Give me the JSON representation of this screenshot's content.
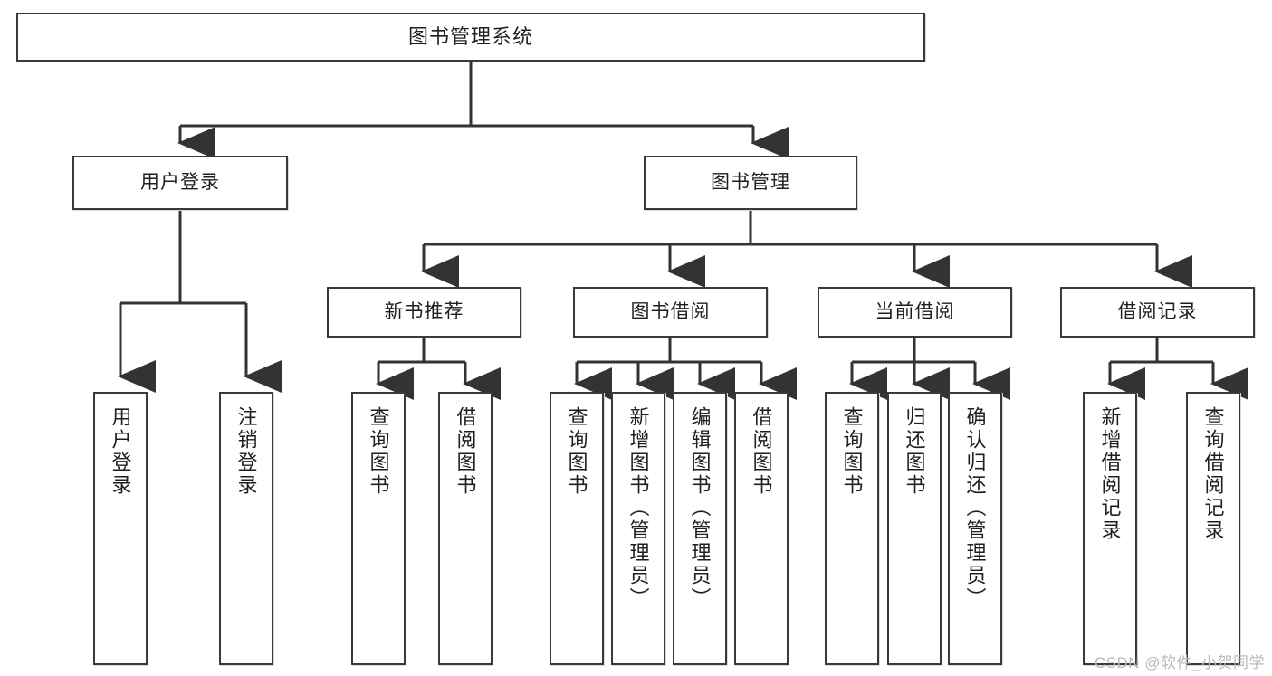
{
  "diagram": {
    "title": "图书管理系统",
    "type": "tree-hierarchy",
    "watermark": "CSDN @软件_小贺同学",
    "colors": {
      "box_border": "#3a3a3a",
      "box_fill": "#ffffff",
      "connector": "#333333",
      "text": "#1f1f1f",
      "watermark": "#b9b9b9"
    },
    "nodes": {
      "root": {
        "label": "图书管理系统"
      },
      "level2": [
        {
          "id": "user-login",
          "label": "用户登录"
        },
        {
          "id": "book-manage",
          "label": "图书管理"
        }
      ],
      "level3": [
        {
          "id": "new-book-recommend",
          "label": "新书推荐"
        },
        {
          "id": "book-borrow",
          "label": "图书借阅"
        },
        {
          "id": "current-borrow",
          "label": "当前借阅"
        },
        {
          "id": "borrow-record",
          "label": "借阅记录"
        }
      ],
      "leaves": {
        "user-login": [
          {
            "id": "leaf-user-login",
            "label": "用户登录"
          },
          {
            "id": "leaf-logout-login",
            "label": "注销登录"
          }
        ],
        "new-book-recommend": [
          {
            "id": "leaf-query-book-1",
            "label": "查询图书"
          },
          {
            "id": "leaf-borrow-book-1",
            "label": "借阅图书"
          }
        ],
        "book-borrow": [
          {
            "id": "leaf-query-book-2",
            "label": "查询图书"
          },
          {
            "id": "leaf-add-book",
            "label": "新增图书（管理员）"
          },
          {
            "id": "leaf-edit-book",
            "label": "编辑图书（管理员）"
          },
          {
            "id": "leaf-borrow-book-2",
            "label": "借阅图书"
          }
        ],
        "current-borrow": [
          {
            "id": "leaf-query-book-3",
            "label": "查询图书"
          },
          {
            "id": "leaf-return-book",
            "label": "归还图书"
          },
          {
            "id": "leaf-confirm-return",
            "label": "确认归还（管理员）"
          }
        ],
        "borrow-record": [
          {
            "id": "leaf-add-record",
            "label": "新增借阅记录"
          },
          {
            "id": "leaf-query-record",
            "label": "查询借阅记录"
          }
        ]
      }
    }
  }
}
